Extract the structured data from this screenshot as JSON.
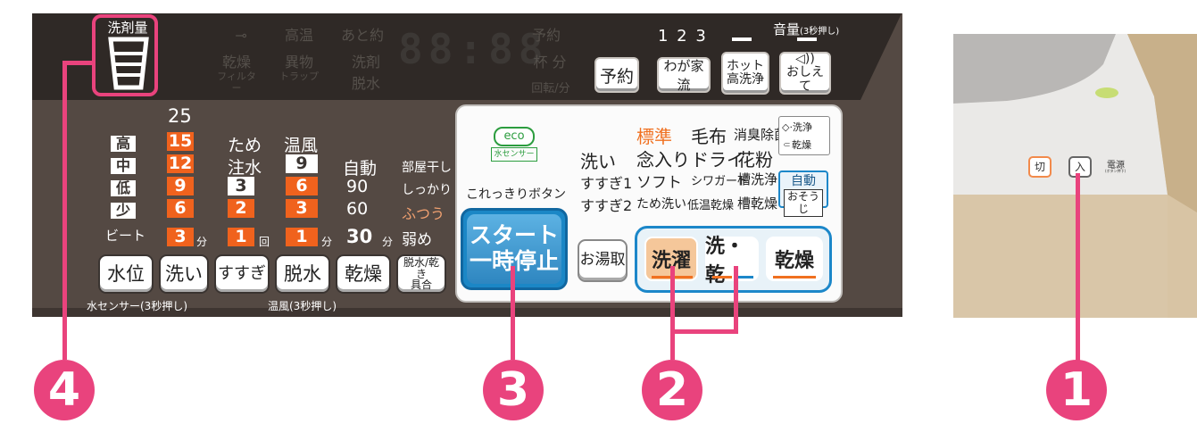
{
  "detergent": {
    "title": "洗剤量"
  },
  "dim_display": {
    "lock_icon": "key-icon",
    "high_temp": "高温",
    "remain": "あと約",
    "reserve": "予約",
    "dry_filter_1": "乾燥",
    "dry_filter_2": "フィルター",
    "foreign_trap_1": "異物",
    "foreign_trap_2": "トラップ",
    "detergent": "洗剤",
    "spin": "脱水",
    "cups": "杯 分",
    "rpm": "回転/分",
    "digits": "88:88"
  },
  "buttons_top": {
    "reserve": "予約",
    "my_wash": "わが家流",
    "hot_1": "ホット",
    "hot_2": "高洗浄",
    "sound_1": "おしえて",
    "speaker_icon": "speaker-icon",
    "numbers": "1 2 3",
    "volume": "音量",
    "volume_sub": "(3秒押し)"
  },
  "levels": {
    "top": "25",
    "rows": [
      {
        "label": "高",
        "water": "15",
        "rinse": "ため",
        "spin_label": "温風"
      },
      {
        "label": "中",
        "water": "12",
        "rinse": "注水",
        "spin": "9",
        "dry": "自動",
        "room": "部屋干し"
      },
      {
        "label": "低",
        "water": "9",
        "rinse": "3",
        "spin": "6",
        "dry": "90",
        "room": "しっかり"
      },
      {
        "label": "少",
        "water": "6",
        "rinse": "2",
        "spin": "3",
        "dry": "60",
        "room": "ふつう"
      },
      {
        "label": "ビート",
        "water": "3",
        "rinse": "1",
        "spin": "1",
        "dry": "30",
        "room": "弱め"
      }
    ],
    "unit_min": "分",
    "unit_times": "回"
  },
  "bottom_buttons": {
    "water": "水位",
    "wash": "洗い",
    "rinse": "すすぎ",
    "spin": "脱水",
    "dry": "乾燥",
    "spin_dry_1": "脱水/乾き",
    "spin_dry_2": "具合",
    "water_sensor": "水センサー(3秒押し)",
    "warm_air": "温風(3秒押し)"
  },
  "eco": {
    "badge": "eco",
    "sensor": "水センサー"
  },
  "courses": {
    "wash": "洗い",
    "rinse1": "すすぎ1",
    "rinse2": "すすぎ2",
    "std": "標準",
    "blanket": "毛布",
    "deodor": "消臭除菌",
    "careful": "念入り",
    "dry": "ドライ",
    "pollen": "花粉",
    "soft": "ソフト",
    "shower": "シワガード",
    "tub_wash": "槽洗浄",
    "tame": "ため洗い",
    "low_dry": "低温乾燥",
    "tub_dry": "槽乾燥",
    "wash_icon": "洗浄",
    "dry_icon": "乾燥",
    "auto_1": "自動",
    "auto_2": "おそうじ"
  },
  "start": {
    "all_in": "これっきりボタン",
    "label1": "スタート",
    "label2": "一時停止",
    "bath": "お湯取"
  },
  "modes": {
    "wash": "洗濯",
    "wash_dry": "洗・乾",
    "dry": "乾燥"
  },
  "power": {
    "off": "切",
    "on": "入",
    "label": "電源",
    "sub": "(ボタン押下)"
  },
  "markers": [
    "4",
    "3",
    "2",
    "1"
  ],
  "colors": {
    "pink": "#e9437d",
    "orange": "#f0621d",
    "blue": "#1c87c9",
    "panel": "#544943"
  }
}
